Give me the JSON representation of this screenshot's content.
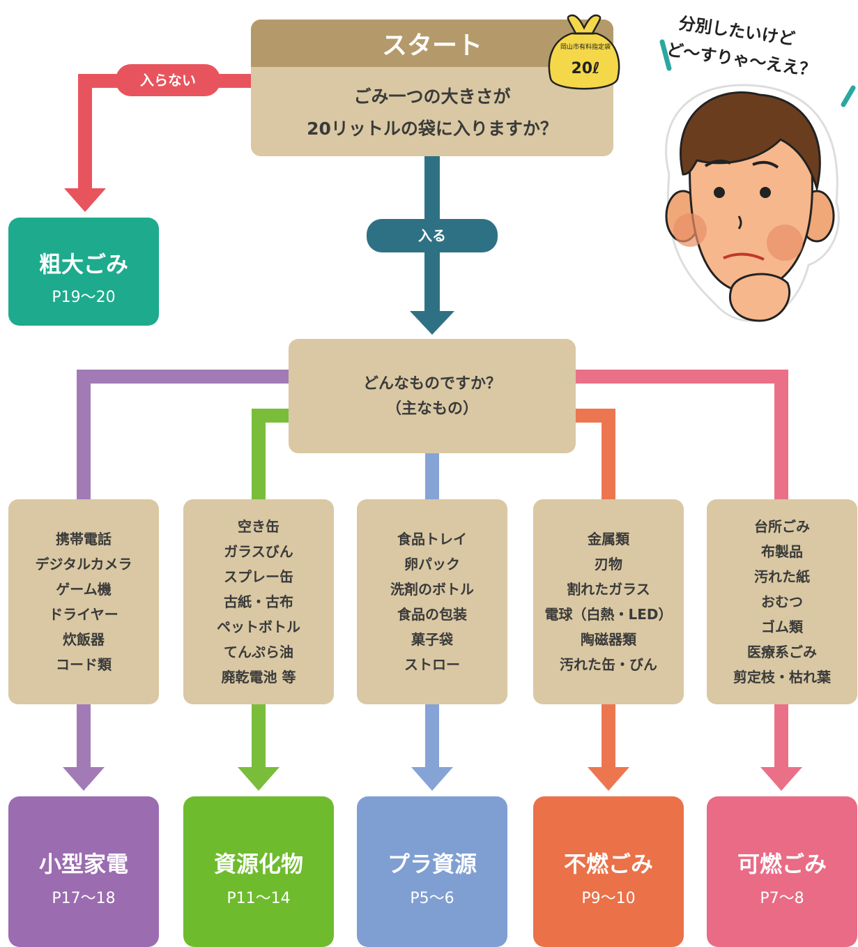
{
  "start": {
    "title": "スタート",
    "question_line1": "ごみ一つの大きさが",
    "question_line2": "20リットルの袋に入りますか？",
    "bag_label": "岡山市有料指定袋",
    "bag_size": "20ℓ"
  },
  "branch_no": {
    "label": "入らない",
    "color": "#e8545d"
  },
  "branch_yes": {
    "label": "入る",
    "color": "#2f7184"
  },
  "sodai": {
    "name": "粗大ごみ",
    "pages": "P19〜20",
    "color": "#1eaa8d"
  },
  "thought_bubble": {
    "line1": "分別したいけど",
    "line2": "ど〜すりゃ〜ええ？"
  },
  "question2": {
    "line1": "どんなものですか？",
    "line2": "（主なもの）"
  },
  "categories": [
    {
      "items": [
        "携帯電話",
        "デジタルカメラ",
        "ゲーム機",
        "ドライヤー",
        "炊飯器",
        "コード類"
      ],
      "name": "小型家電",
      "pages": "P17〜18",
      "color": "#9b6cb0",
      "line": "#a27bb6"
    },
    {
      "items": [
        "空き缶",
        "ガラスびん",
        "スプレー缶",
        "古紙・古布",
        "ペットボトル",
        "てんぷら油",
        "廃乾電池 等"
      ],
      "name": "資源化物",
      "pages": "P11〜14",
      "color": "#6fbb2e",
      "line": "#79bd3a"
    },
    {
      "items": [
        "食品トレイ",
        "卵パック",
        "洗剤のボトル",
        "食品の包装",
        "菓子袋",
        "ストロー"
      ],
      "name": "プラ資源",
      "pages": "P5〜6",
      "color": "#7f9fd3",
      "line": "#86a3d6"
    },
    {
      "items": [
        "金属類",
        "刃物",
        "割れたガラス",
        "電球（白熱・LED）",
        "陶磁器類",
        "汚れた缶・びん"
      ],
      "name": "不燃ごみ",
      "pages": "P9〜10",
      "color": "#ea7148",
      "line": "#ec7650"
    },
    {
      "items": [
        "台所ごみ",
        "布製品",
        "汚れた紙",
        "おむつ",
        "ゴム類",
        "医療系ごみ",
        "剪定枝・枯れ葉"
      ],
      "name": "可燃ごみ",
      "pages": "P7〜8",
      "color": "#e96b85",
      "line": "#ea7088"
    }
  ],
  "colors": {
    "tan": "#d9c8a3",
    "tan_dark": "#b49a6a",
    "bag_yellow": "#f5d84a"
  }
}
